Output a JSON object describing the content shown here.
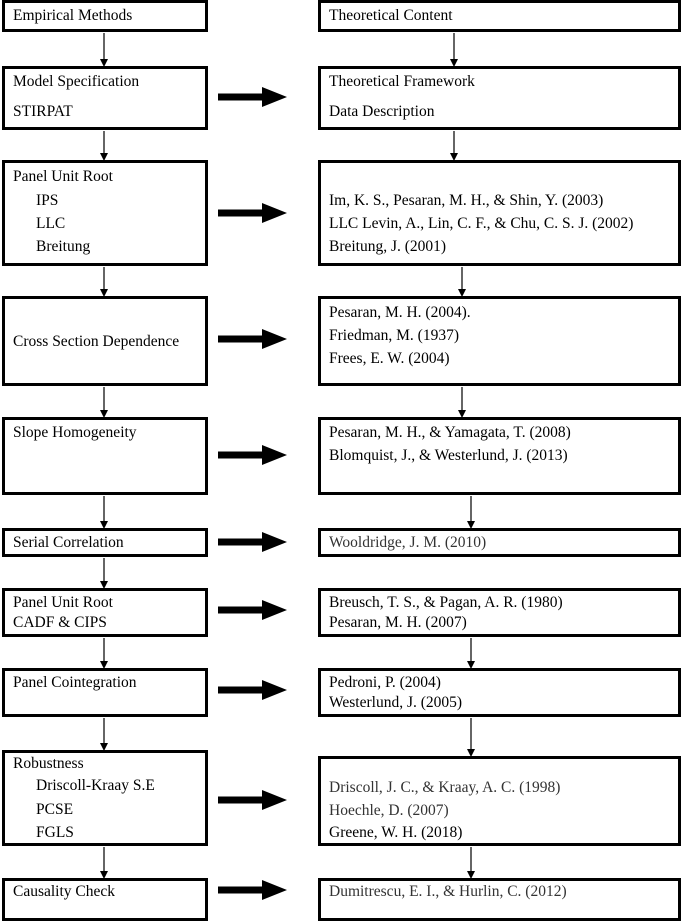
{
  "left_column": {
    "header": "Empirical Methods",
    "steps": [
      {
        "lines": [
          "Model Specification",
          "STIRPAT"
        ]
      },
      {
        "lines": [
          "Panel Unit Root",
          "IPS",
          "LLC",
          "Breitung"
        ]
      },
      {
        "lines": [
          "Cross Section Dependence"
        ]
      },
      {
        "lines": [
          "Slope Homogeneity"
        ]
      },
      {
        "lines": [
          "Serial Correlation"
        ]
      },
      {
        "lines": [
          "Panel Unit Root",
          "CADF & CIPS"
        ]
      },
      {
        "lines": [
          "Panel Cointegration"
        ]
      },
      {
        "lines": [
          "Robustness",
          "Driscoll-Kraay S.E",
          "PCSE",
          "FGLS"
        ]
      },
      {
        "lines": [
          "Causality Check"
        ]
      }
    ]
  },
  "right_column": {
    "header": "Theoretical Content",
    "steps": [
      {
        "lines": [
          "Theoretical Framework",
          "Data Description"
        ]
      },
      {
        "lines": [
          "Im, K. S., Pesaran, M. H., & Shin, Y. (2003)",
          "LLC Levin, A., Lin, C. F., & Chu, C. S. J. (2002)",
          "Breitung, J. (2001)"
        ]
      },
      {
        "lines": [
          "Pesaran, M. H. (2004).",
          "Friedman, M. (1937)",
          "Frees, E. W. (2004)"
        ]
      },
      {
        "lines": [
          "Pesaran, M. H., & Yamagata, T. (2008)",
          "Blomquist, J., & Westerlund, J. (2013)"
        ]
      },
      {
        "lines": [
          "Wooldridge, J. M. (2010)"
        ]
      },
      {
        "lines": [
          "Breusch, T. S., & Pagan, A. R. (1980)",
          "Pesaran, M. H. (2007)"
        ]
      },
      {
        "lines": [
          "Pedroni, P. (2004)",
          "Westerlund, J. (2005)"
        ]
      },
      {
        "lines": [
          "Driscoll, J. C., & Kraay, A. C. (1998)",
          "Hoechle, D. (2007)",
          "Greene, W. H. (2018)"
        ]
      },
      {
        "lines": [
          "Dumitrescu, E. I., & Hurlin, C. (2012)"
        ]
      }
    ]
  }
}
